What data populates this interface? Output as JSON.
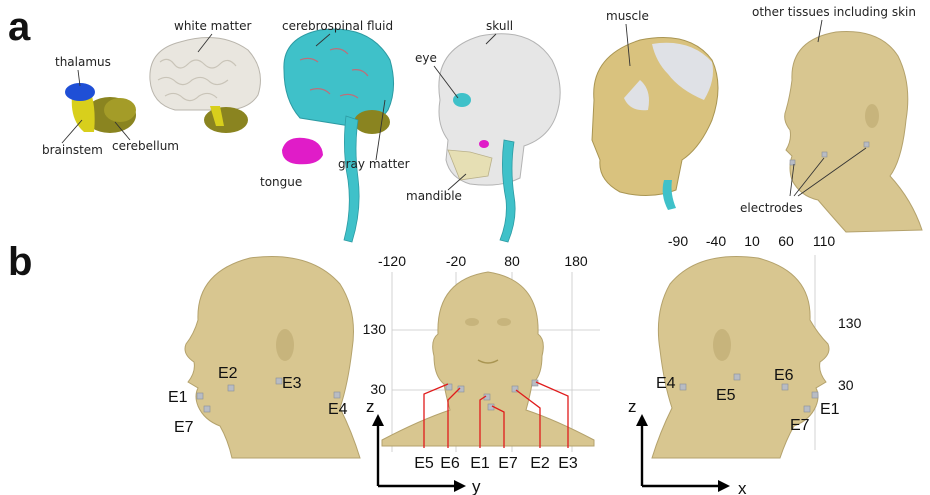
{
  "panel_a": {
    "letter": "a",
    "labels": {
      "thalamus": "thalamus",
      "brainstem": "brainstem",
      "cerebellum": "cerebellum",
      "white_matter": "white matter",
      "tongue": "tongue",
      "csf": "cerebrospinal fluid",
      "gray_matter": "gray matter",
      "eye": "eye",
      "skull": "skull",
      "mandible": "mandible",
      "muscle": "muscle",
      "other_tissues": "other tissues including skin",
      "electrodes": "electrodes"
    }
  },
  "panel_b": {
    "letter": "b",
    "left_view": {
      "electrodes": {
        "E1": "E1",
        "E2": "E2",
        "E3": "E3",
        "E4": "E4",
        "E7": "E7"
      }
    },
    "front_view": {
      "y_ticks": [
        "-120",
        "-20",
        "80",
        "180"
      ],
      "z_ticks": [
        "130",
        "30"
      ],
      "axis_z": "z",
      "axis_y": "y",
      "electrode_order": [
        "E5",
        "E6",
        "E1",
        "E7",
        "E2",
        "E3"
      ]
    },
    "right_view": {
      "x_ticks": [
        "-90",
        "-40",
        "10",
        "60",
        "110"
      ],
      "z_ticks": [
        "130",
        "30"
      ],
      "axis_z": "z",
      "axis_x": "x",
      "electrodes": {
        "E4": "E4",
        "E5": "E5",
        "E6": "E6",
        "E1": "E1",
        "E7": "E7"
      }
    }
  },
  "colors": {
    "thalamus": "#1f4fd6",
    "brainstem": "#d8cf1c",
    "cerebellum": "#8a8420",
    "white_matter": "#e9e6df",
    "tongue": "#e01cc8",
    "csf": "#3fc1c9",
    "skull": "#e6e6e6",
    "muscle": "#d9c27e",
    "skin": "#d8c690",
    "red_leader": "#e01b1b"
  }
}
